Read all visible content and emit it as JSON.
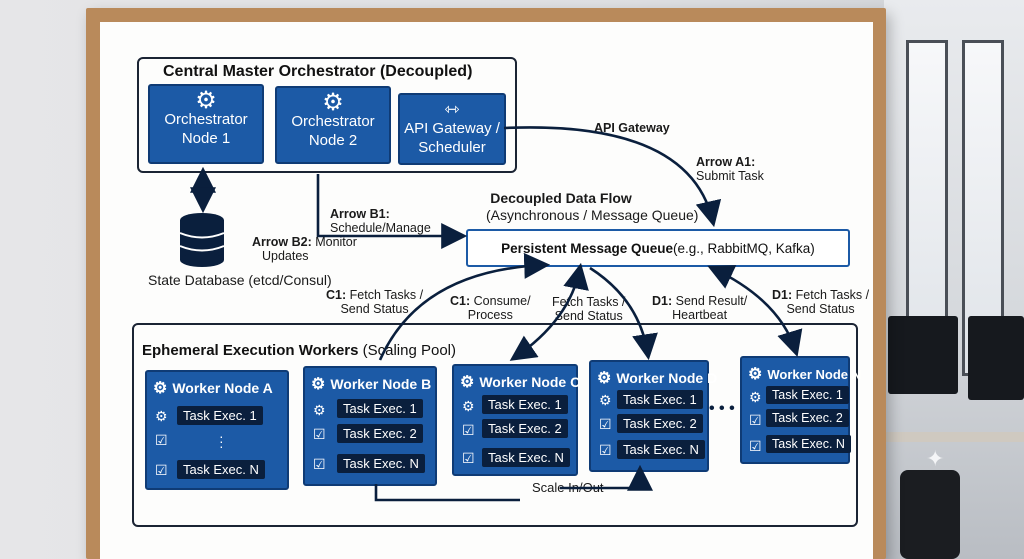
{
  "central": {
    "title": "Central Master Orchestrator (Decoupled)",
    "node1": "Orchestrator Node 1",
    "node2": "Orchestrator Node 2",
    "gateway": "API Gateway / Scheduler"
  },
  "state_db": {
    "label": "State Database (etcd/Consul)"
  },
  "arrows": {
    "api_gateway": "API Gateway",
    "a1_title": "Arrow A1:",
    "a1_text": "Submit Task",
    "flow_title": "Decoupled Data Flow",
    "flow_sub": "(Asynchronous / Message Queue)",
    "b1_title": "Arrow B1:",
    "b1_text": "Schedule/Manage",
    "b2_title": "Arrow B2:",
    "b2_text1": "Monitor",
    "b2_text2": "Updates",
    "c1a_title": "C1:",
    "c1a_text1": "Fetch Tasks /",
    "c1a_text2": "Send Status",
    "c1b_title": "C1:",
    "c1b_text1": "Consume/",
    "c1b_text2": "Process",
    "fetch_text1": "Fetch Tasks /",
    "fetch_text2": "Send Status",
    "d1a_title": "D1:",
    "d1a_text1": "Send Result/",
    "d1a_text2": "Heartbeat",
    "d1b_title": "D1:",
    "d1b_text1": "Fetch Tasks /",
    "d1b_text2": "Send Status",
    "scale": "Scale In/Out"
  },
  "queue": {
    "bold": "Persistent Message Queue",
    "rest": " (e.g., RabbitMQ, Kafka)"
  },
  "workers_pool": {
    "title_bold": "Ephemeral Execution Workers",
    "title_rest": " (Scaling Pool)",
    "ellipsis": "• • •",
    "nodes": [
      {
        "name": "Worker Node A",
        "tasks": [
          "Task Exec. 1",
          "Task Exec. N"
        ]
      },
      {
        "name": "Worker Node B",
        "tasks": [
          "Task Exec. 1",
          "Task Exec. 2",
          "Task Exec. N"
        ]
      },
      {
        "name": "Worker Node C",
        "tasks": [
          "Task Exec. 1",
          "Task Exec. 2",
          "Task Exec. N"
        ]
      },
      {
        "name": "Worker Node D",
        "tasks": [
          "Task Exec. 1",
          "Task Exec. 2",
          "Task Exec. N"
        ]
      },
      {
        "name": "Worker Node N",
        "tasks": [
          "Task Exec. 1",
          "Task Exec. 2",
          "Task Exec. N"
        ]
      }
    ]
  },
  "colors": {
    "blue": "#1c5aa6",
    "navy": "#0a1f3d",
    "frame": "#b98a5b"
  },
  "icons": [
    "gear-icon",
    "gateway-icon",
    "database-icon",
    "checklist-icon"
  ]
}
